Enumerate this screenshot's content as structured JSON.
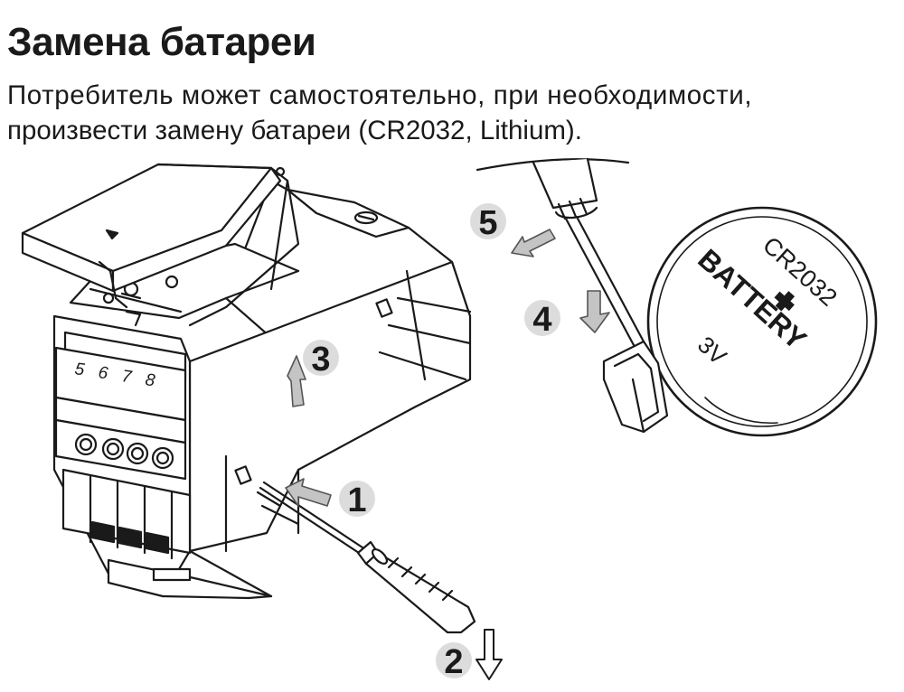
{
  "title": "Замена батареи",
  "description": [
    "Потребитель может самостоятельно, при необходимости,",
    "произвести замену батареи (CR2032, Lithium)."
  ],
  "device": {
    "terminal_numbers": [
      "5",
      "6",
      "7",
      "8"
    ]
  },
  "battery": {
    "model": "CR2032",
    "name": "BATTERY",
    "voltage": "3V"
  },
  "steps": [
    "1",
    "2",
    "3",
    "4",
    "5"
  ],
  "colors": {
    "line": "#1a1a1a",
    "step_circle": "#dcdcdc",
    "arrow_fill": "#c4c4c4"
  },
  "icons": [
    "screwdriver-icon",
    "coin-battery-icon",
    "arrow-icon"
  ]
}
